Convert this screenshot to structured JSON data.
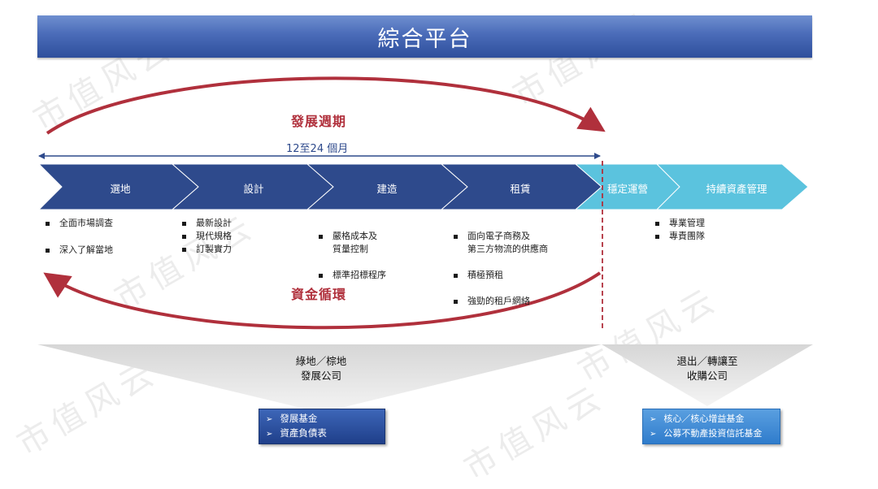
{
  "header": {
    "title": "綜合平台"
  },
  "cycles": {
    "development_cycle": "發展週期",
    "duration": "12至24 個月",
    "capital_cycle": "資金循環"
  },
  "stages": [
    {
      "label": "選地"
    },
    {
      "label": "設計"
    },
    {
      "label": "建造"
    },
    {
      "label": "租賃"
    },
    {
      "label": "穩定運營"
    },
    {
      "label": "持續資產管理"
    }
  ],
  "bullets": {
    "site": [
      "全面市場調查",
      "深入了解當地"
    ],
    "design": [
      "最新設計",
      "現代規格",
      "訂製實力"
    ],
    "build": [
      "嚴格成本及\n質量控制",
      "標準招標程序"
    ],
    "lease": [
      "面向電子商務及\n第三方物流的供應商",
      "積極預租",
      "強勁的租戶網絡"
    ],
    "manage": [
      "專業管理",
      "專責團隊"
    ]
  },
  "funnels": {
    "left": "綠地／棕地\n發展公司",
    "right": "退出／轉讓至\n收購公司"
  },
  "boxes": {
    "left": [
      "發展基金",
      "資產負債表"
    ],
    "right": [
      "核心／核心增益基金",
      "公募不動產投資信託基金"
    ]
  },
  "watermark": "市值风云",
  "colors": {
    "stage_dark": "#2e4a8c",
    "stage_light": "#5bc3de",
    "cycle_red": "#b0303c",
    "header_blue": "#4a6bb8"
  }
}
